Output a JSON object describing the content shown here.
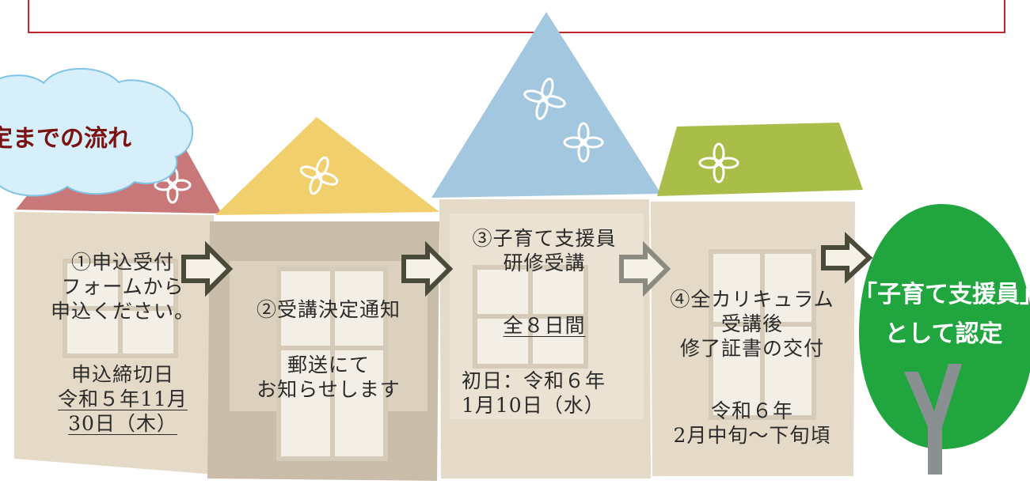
{
  "title": {
    "text": "定までの流れ"
  },
  "steps": [
    {
      "heading": [
        "①申込受付",
        "フォームから",
        "申込ください。"
      ],
      "deadline_label": "申込締切日",
      "deadline_line1": "令和５年11月",
      "deadline_line2": "30日（木）"
    },
    {
      "heading": "②受講決定通知",
      "note_line1": "郵送にて",
      "note_line2": "お知らせします"
    },
    {
      "heading": [
        "③子育て支援員",
        "研修受講"
      ],
      "duration": "全８日間",
      "start_line1": "初日：令和６年",
      "start_line2": "1月10日（水）"
    },
    {
      "heading": [
        "④全カリキュラム",
        "受講後",
        "修了証書の交付"
      ],
      "date_line1": "令和６年",
      "date_line2": "2月中旬～下旬頃"
    }
  ],
  "result": {
    "line1": "「子育て支援員」",
    "line2": "として認定"
  },
  "colors": {
    "roof_red": "#c9787a",
    "roof_yellow": "#f2cf6d",
    "roof_blue": "#a3c7de",
    "roof_green": "#a9bd49",
    "wall": "#e5d9c8",
    "wall_dark": "#c9bca8",
    "tree": "#21a63f",
    "trunk": "#8a8f91",
    "arrow": "#4a4a3a",
    "frame": "#c0262b",
    "cloud": "#d7effb",
    "title": "#7a1212"
  }
}
